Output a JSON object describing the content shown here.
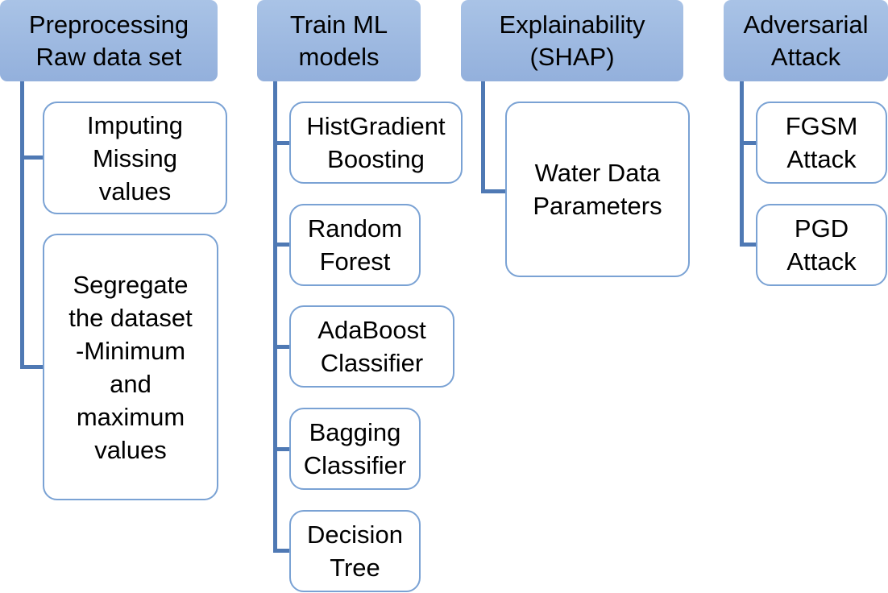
{
  "columns": [
    {
      "header": "Preprocessing\nRaw data set",
      "children": [
        "Imputing\nMissing\nvalues",
        "Segregate\nthe dataset\n-Minimum\nand\nmaximum\nvalues"
      ]
    },
    {
      "header": "Train ML\nmodels",
      "children": [
        "HistGradient\nBoosting",
        "Random\nForest",
        "AdaBoost\nClassifier",
        "Bagging\nClassifier",
        "Decision\nTree"
      ]
    },
    {
      "header": "Explainability\n(SHAP)",
      "children": [
        "Water Data\nParameters"
      ]
    },
    {
      "header": "Adversarial\nAttack",
      "children": [
        "FGSM\nAttack",
        "PGD\nAttack"
      ]
    }
  ],
  "colors": {
    "header_fill": "#9db8e0",
    "child_border": "#7aa2d4",
    "connector": "#4f79b4"
  }
}
